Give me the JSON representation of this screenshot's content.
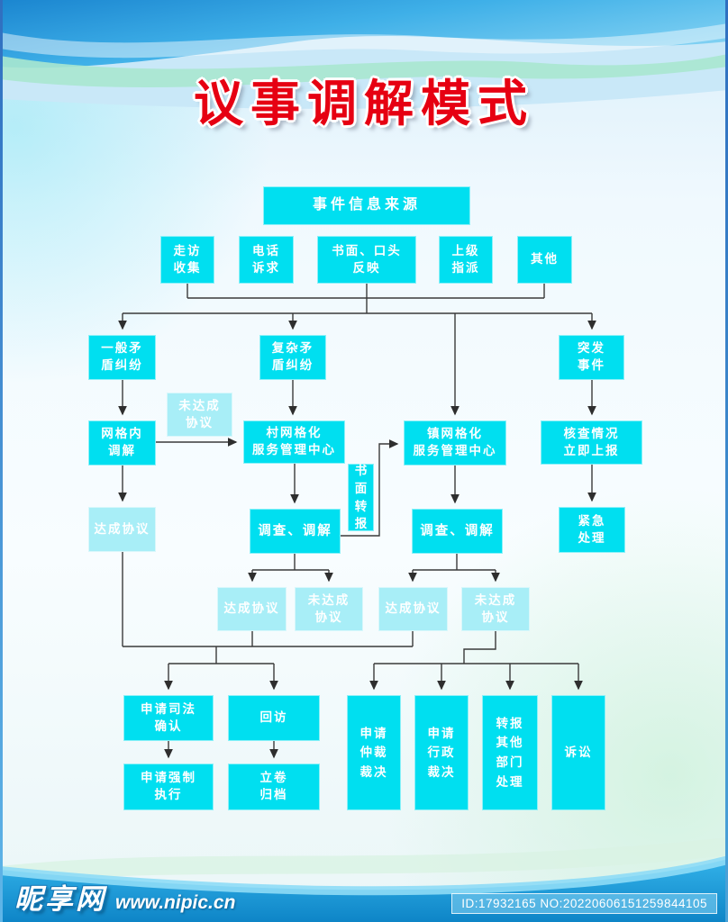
{
  "poster": {
    "title": "议事调解模式",
    "footer": {
      "site_name": "昵享网",
      "site_url": "www.nipic.cn",
      "id_text": "ID:17932165 NO:20220606151259844105"
    },
    "colors": {
      "box_bright": "#00dff0",
      "box_light": "#a8eef7",
      "title_red": "#e60012",
      "connector": "#3a3a3a",
      "wave_blue": "#1d8fd8",
      "wave_green": "#a9e7cf"
    }
  },
  "flow": {
    "nodes": {
      "source": {
        "label": "事件信息来源"
      },
      "visit": {
        "label": "走访\n收集"
      },
      "phone": {
        "label": "电话\n诉求"
      },
      "written": {
        "label": "书面、口头\n反映"
      },
      "superior": {
        "label": "上级\n指派"
      },
      "other": {
        "label": "其他"
      },
      "general": {
        "label": "一般矛\n盾纠纷"
      },
      "complex": {
        "label": "复杂矛\n盾纠纷"
      },
      "sudden": {
        "label": "突发\n事件"
      },
      "nr_label": {
        "label": "未达成\n协议"
      },
      "grid_med": {
        "label": "网格内\n调解"
      },
      "village": {
        "label": "村网格化\n服务管理中心"
      },
      "town": {
        "label": "镇网格化\n服务管理中心"
      },
      "verify": {
        "label": "核查情况\n立即上报"
      },
      "transfer": {
        "label": "书\n面\n转\n报"
      },
      "agree_left": {
        "label": "达成协议"
      },
      "invest1": {
        "label": "调查、调解"
      },
      "invest2": {
        "label": "调查、调解"
      },
      "urgent": {
        "label": "紧急\n处理"
      },
      "agree1": {
        "label": "达成协议"
      },
      "noagree1": {
        "label": "未达成\n协议"
      },
      "agree2": {
        "label": "达成协议"
      },
      "noagree2": {
        "label": "未达成\n协议"
      },
      "judicial": {
        "label": "申请司法\n确认"
      },
      "revisit": {
        "label": "回访"
      },
      "enforce": {
        "label": "申请强制\n执行"
      },
      "archive": {
        "label": "立卷\n归档"
      },
      "arbitration": {
        "label": "申请\n仲裁\n裁决"
      },
      "admin": {
        "label": "申请\n行政\n裁决"
      },
      "forward": {
        "label": "转报\n其他\n部门\n处理"
      },
      "lawsuit": {
        "label": "诉讼"
      }
    }
  }
}
